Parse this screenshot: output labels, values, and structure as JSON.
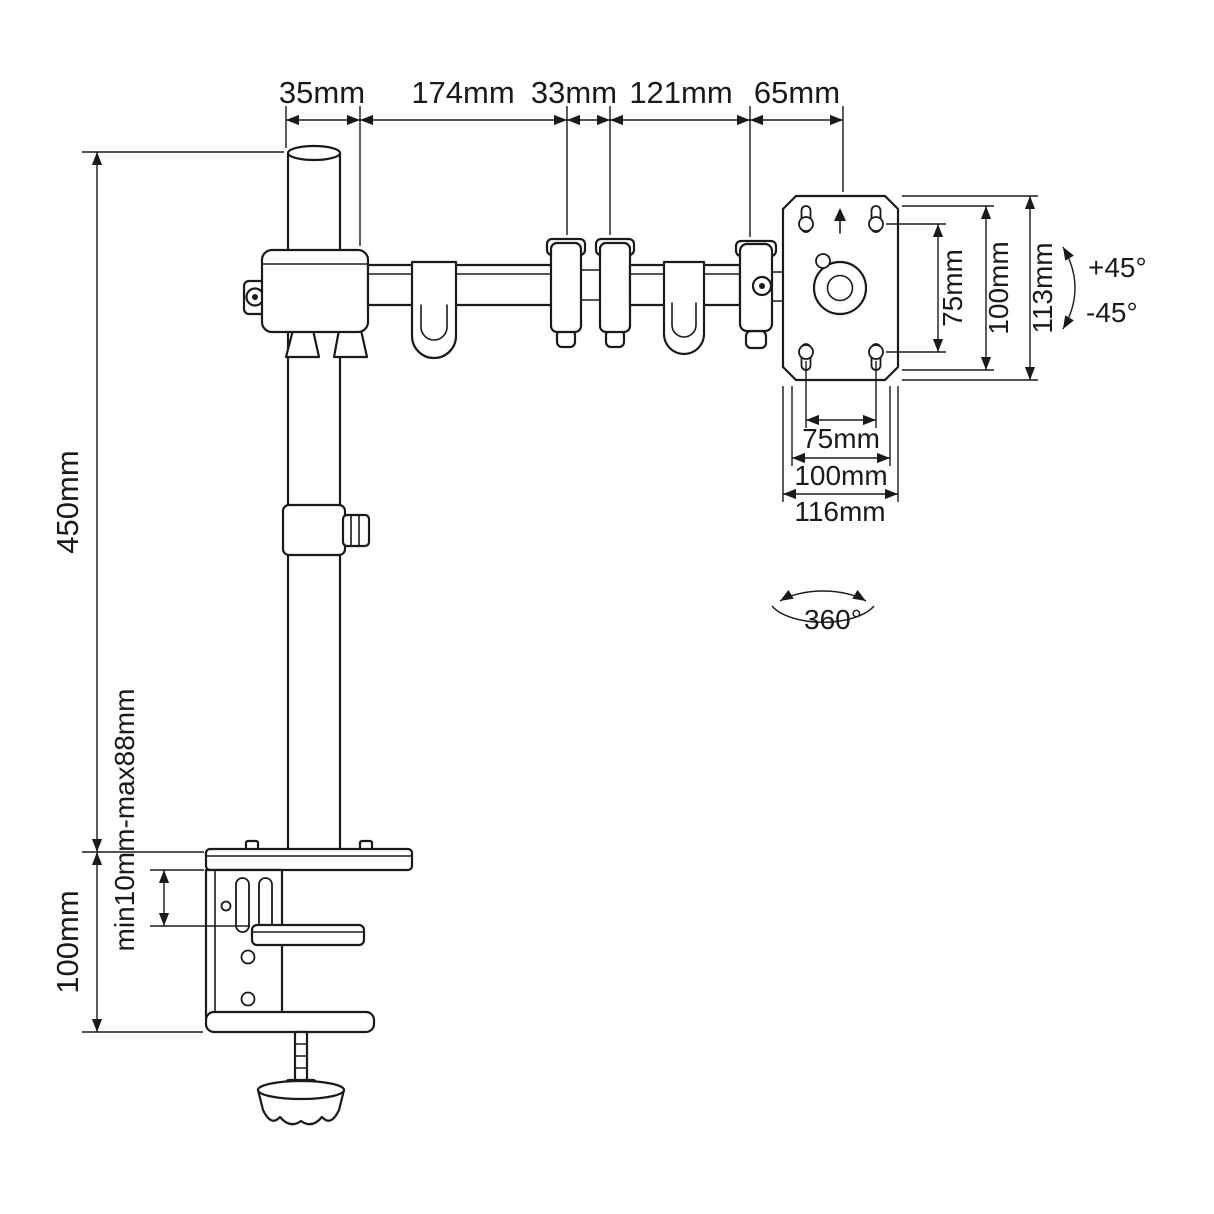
{
  "style": {
    "ink": "#1a1a1a",
    "background": "#ffffff"
  },
  "dimensions": {
    "top_chain": [
      "35mm",
      "174mm",
      "33mm",
      "121mm",
      "65mm"
    ],
    "pole_height": "450mm",
    "clamp_column_height": "100mm",
    "clamp_opening_range": "min10mm-max88mm",
    "vesa_vertical": {
      "hole_pitch": "75mm",
      "slot_pitch": "100mm",
      "plate_height": "113mm"
    },
    "vesa_horizontal": {
      "hole_pitch": "75mm",
      "slot_pitch": "100mm",
      "plate_width": "116mm"
    },
    "motion": {
      "tilt_up": "+45°",
      "tilt_down": "-45°",
      "swivel": "360°"
    }
  }
}
